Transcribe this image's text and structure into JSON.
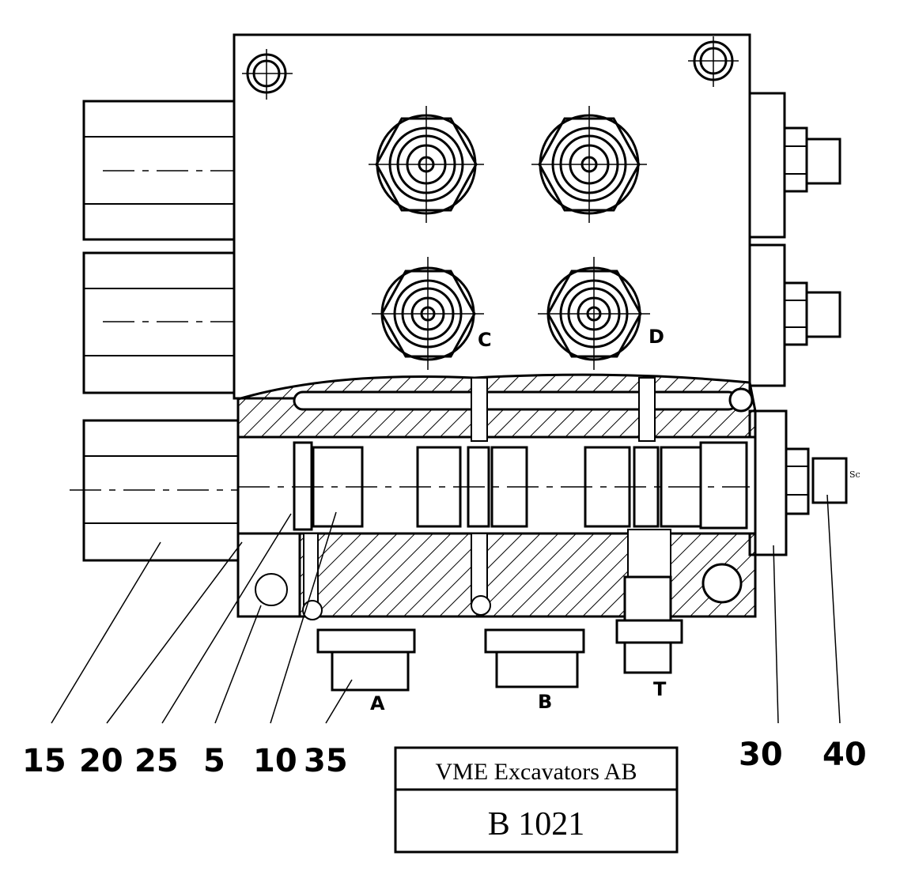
{
  "ports": {
    "c": "C",
    "d": "D",
    "a": "A",
    "b": "B",
    "t": "T"
  },
  "side_mark": "Sc",
  "callouts": [
    "15",
    "20",
    "25",
    "5",
    "10",
    "35",
    "30",
    "40"
  ],
  "title_block": {
    "company": "VME Excavators AB",
    "code": "B 1021"
  }
}
